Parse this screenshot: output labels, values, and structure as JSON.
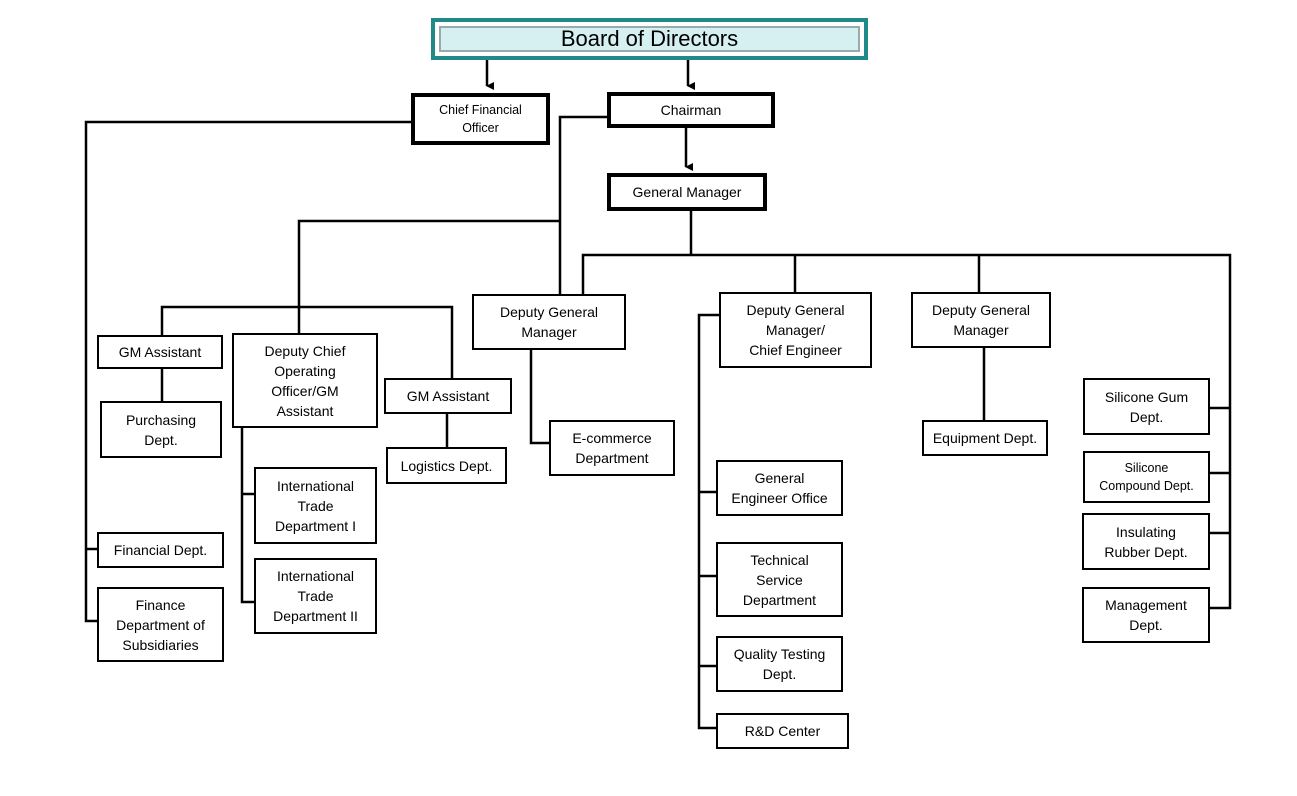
{
  "board": "Board of Directors",
  "cfo": "Chief Financial\nOfficer",
  "chairman": "Chairman",
  "gm": "General Manager",
  "gm_assistant_1": "GM Assistant",
  "purchasing": "Purchasing\nDept.",
  "deputy_coo": "Deputy Chief\nOperating\nOfficer/GM\nAssistant",
  "itd1": "International\nTrade\nDepartment I",
  "itd2": "International\nTrade\nDepartment II",
  "gm_assistant_2": "GM Assistant",
  "logistics": "Logistics Dept.",
  "dgm_1": "Deputy General\nManager",
  "ecommerce": "E-commerce\nDepartment",
  "dgm_ce": "Deputy General\nManager/\nChief Engineer",
  "general_engineer_office": "General\nEngineer Office",
  "technical_service": "Technical\nService\nDepartment",
  "quality_testing": "Quality Testing\nDept.",
  "rd_center": "R&D Center",
  "dgm_2": "Deputy General\nManager",
  "equipment": "Equipment Dept.",
  "silicone_gum": "Silicone Gum\nDept.",
  "silicone_compound": "Silicone\nCompound Dept.",
  "insulating_rubber": "Insulating\nRubber Dept.",
  "management": "Management\nDept.",
  "financial": "Financial Dept.",
  "finance_subsidiaries": "Finance\nDepartment of\nSubsidiaries"
}
